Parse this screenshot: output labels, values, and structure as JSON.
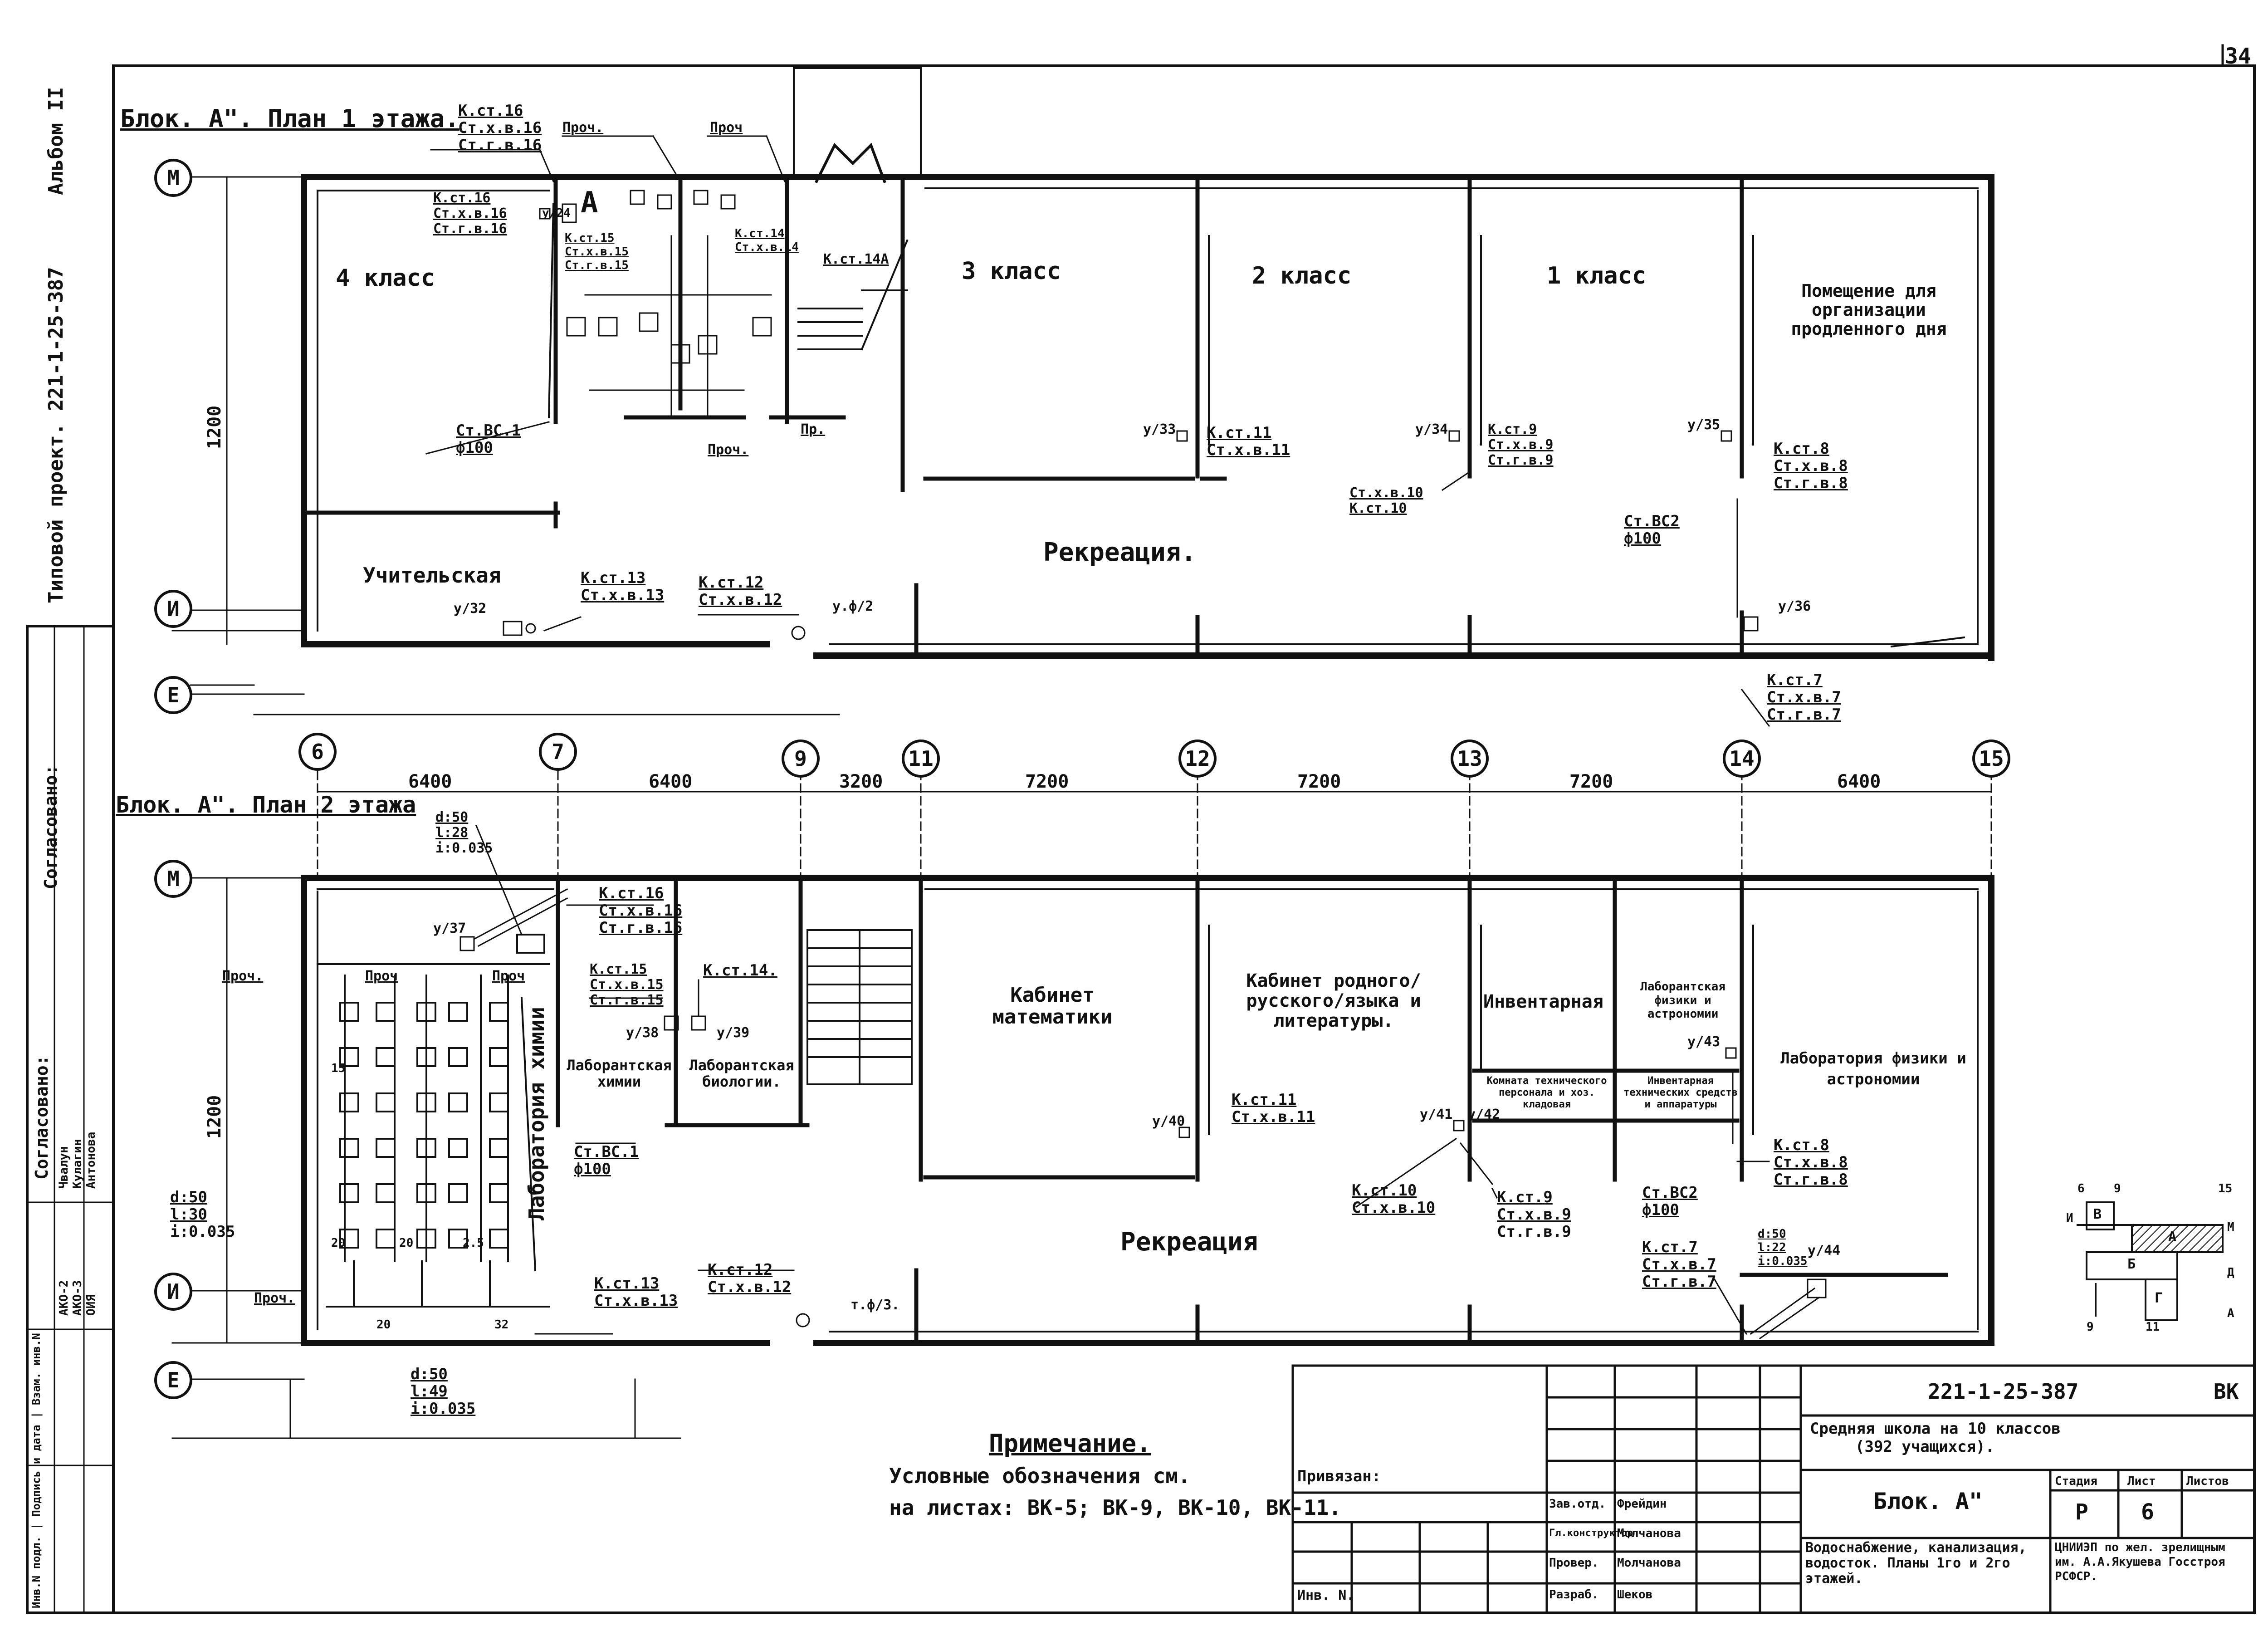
{
  "page_number": "34",
  "plan1": {
    "title": "Блок. А\". План 1 этажа.",
    "rooms": {
      "class4": "4 класс",
      "class3": "3 класс",
      "class2": "2 класс",
      "class1": "1 класс",
      "extended_day": "Помещение для организации продленного дня",
      "teachers": "Учительская",
      "recreation": "Рекреация.",
      "room_a": "А"
    },
    "labels": {
      "kst16": [
        "К.ст.16",
        "Ст.х.в.16",
        "Ст.г.в.16"
      ],
      "kst16b": [
        "К.ст.16",
        "Ст.х.в.16",
        "Ст.г.в.16"
      ],
      "kst15": [
        "К.ст.15",
        "Ст.х.в.15",
        "Ст.г.в.15"
      ],
      "kst14": "К.ст.14А",
      "kst14b": [
        "К.ст.14",
        "Ст.х.в.14"
      ],
      "stvs1": [
        "Ст.ВС.1",
        "ф100"
      ],
      "kst13": [
        "К.ст.13",
        "Ст.х.в.13"
      ],
      "kst12": [
        "К.ст.12",
        "Ст.х.в.12"
      ],
      "kst11": [
        "К.ст.11",
        "Ст.х.в.11"
      ],
      "kst9": [
        "К.ст.9",
        "Ст.х.в.9",
        "Ст.г.в.9"
      ],
      "kst10": [
        "Ст.х.в.10",
        "К.ст.10"
      ],
      "kst8": [
        "К.ст.8",
        "Ст.х.в.8",
        "Ст.г.в.8"
      ],
      "stvs2": [
        "Ст.ВС2",
        "ф100"
      ],
      "kst7": [
        "К.ст.7",
        "Ст.х.в.7",
        "Ст.г.в.7"
      ],
      "proch1": "Проч.",
      "proch2": "Проч",
      "proch3": "Проч.",
      "pr": "Пр.",
      "f_24": "у/24",
      "f_33": "у/33",
      "f_34": "у/34",
      "f_35": "у/35",
      "f_32": "у/32",
      "f_36": "у/36",
      "f_2": "у.ф/2"
    },
    "dims": {
      "height": "1200"
    }
  },
  "axes": {
    "rows_top": [
      "М",
      "И",
      "Е"
    ],
    "columns": [
      "6",
      "7",
      "9",
      "11",
      "12",
      "13",
      "14",
      "15"
    ],
    "spans": [
      "6400",
      "6400",
      "3200",
      "7200",
      "7200",
      "7200",
      "6400"
    ]
  },
  "plan2": {
    "title": "Блок. А\". План 2 этажа",
    "rooms": {
      "math": "Кабинет математики",
      "literature": "Кабинет родного/русского/языка и литературы.",
      "inventory": "Инвентарная",
      "phys_prep": "Лаборантская физики и астрономии",
      "phys_lab": "Лаборатория физики и астрономии",
      "chem_prep": "Лаборантская химии",
      "bio_prep": "Лаборантская биологии.",
      "chem_lab": "Лаборатория химии",
      "staff_room": "Комната технического персонала и хоз. кладовая",
      "tech_inventory": "Инвентарная технических средств и аппаратуры",
      "recreation": "Рекреация"
    },
    "labels": {
      "pipe1": [
        "d:50",
        "l:28",
        "i:0.035"
      ],
      "pipe2": [
        "d:50",
        "l:30",
        "i:0.035"
      ],
      "pipe3": [
        "d:50",
        "l:49",
        "i:0.035"
      ],
      "pipe4": [
        "d:50",
        "l:22",
        "i:0.035"
      ],
      "kst16": [
        "К.ст.16",
        "Ст.х.в.16",
        "Ст.г.в.16"
      ],
      "kst15": [
        "К.ст.15",
        "Ст.х.в.15",
        "Ст.г.в.15"
      ],
      "kst14": "К.ст.14.",
      "kst13": [
        "К.ст.13",
        "Ст.х.в.13"
      ],
      "kst12": [
        "К.ст.12",
        "Ст.х.в.12"
      ],
      "kst11": [
        "К.ст.11",
        "Ст.х.в.11"
      ],
      "kst10": [
        "К.ст.10",
        "Ст.х.в.10"
      ],
      "kst9": [
        "К.ст.9",
        "Ст.х.в.9",
        "Ст.г.в.9"
      ],
      "kst8": [
        "К.ст.8",
        "Ст.х.в.8",
        "Ст.г.в.8"
      ],
      "kst7": [
        "К.ст.7",
        "Ст.х.в.7",
        "Ст.г.в.7"
      ],
      "stvs1": [
        "Ст.ВС.1",
        "ф100"
      ],
      "stvs2": [
        "Ст.ВС2",
        "ф100"
      ],
      "proch_a": "Проч.",
      "proch_b": "Проч",
      "proch_c": "Проч",
      "proch_d": "Проч.",
      "f_37": "у/37",
      "f_38": "у/38",
      "f_39": "у/39",
      "f_40": "у/40",
      "f_41": "у/41",
      "f_42": "у/42",
      "f_43": "у/43",
      "f_44": "у/44",
      "f_3": "т.ф/3.",
      "n15": "15",
      "n20a": "20",
      "n20b": "20",
      "n25": "2.5",
      "n20c": "20",
      "n32": "32"
    },
    "dims": {
      "height": "1200"
    }
  },
  "note": {
    "title": "Примечание.",
    "text1": "Условные обозначения см.",
    "text2": "на листах: ВК-5; ВК-9, ВК-10, ВК-11."
  },
  "side_stamp": {
    "album": "Альбом II",
    "project": "Типовой проект. 221-1-25-387",
    "agreed": "Согласовано:",
    "agreed2": "Согласовано:",
    "depts": [
      "АКО-2",
      "АКО-3",
      "ОИЯ"
    ],
    "names": [
      "Чвалун",
      "Кулагин",
      "Антонова"
    ],
    "columns": "Инв.N подл. | Подпись и дата | Взам. инв.N"
  },
  "title_block": {
    "code": "221-1-25-387",
    "sheet_type": "ВК",
    "school": "Средняя школа на 10 классов",
    "students": "(392 учащихся).",
    "block": "Блок. А\"",
    "stage_header": "Стадия",
    "sheet_header": "Лист",
    "sheets_header": "Листов",
    "stage": "Р",
    "sheet": "6",
    "description": "Водоснабжение, канализация, водосток. Планы 1го и 2го этажей.",
    "org": "ЦНИИЭП по жел. зрелищным им. А.А.Якушева Госстроя РСФСР.",
    "binding": "Привязан:",
    "inv": "Инв. N.",
    "roles": [
      "Зав.отд.",
      "Гл.конструктор",
      "Провер.",
      "Разраб."
    ],
    "people": [
      "Фрейдин",
      "Молчанова",
      "Молчанова",
      "Шеков"
    ]
  },
  "key_plan": {
    "labels": [
      "В",
      "А",
      "Б",
      "Г"
    ],
    "axes": [
      "6",
      "9",
      "15",
      "М",
      "И",
      "Д",
      "А",
      "9",
      "11"
    ]
  }
}
